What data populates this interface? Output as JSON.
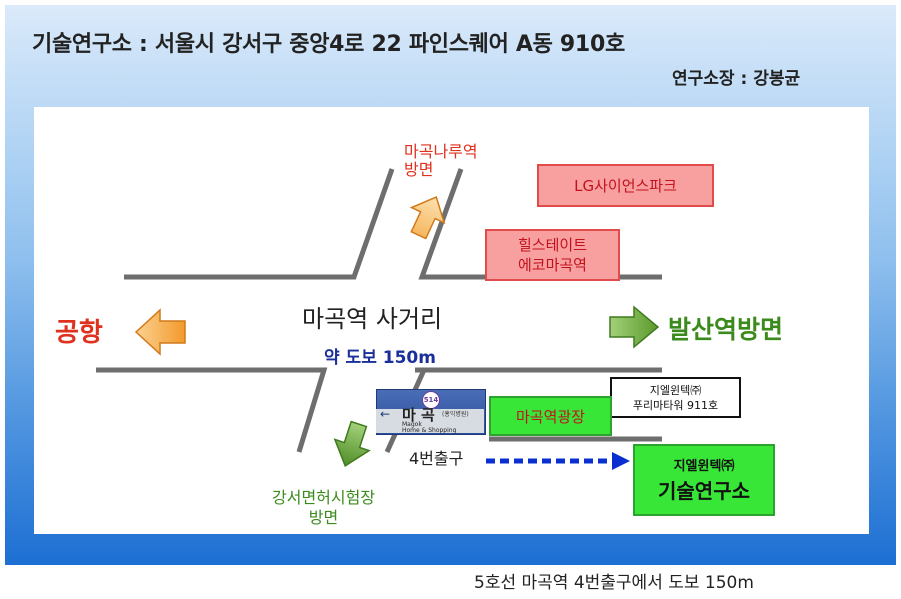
{
  "header": {
    "title": "기술연구소 : 서울시 강서구 중앙4로 22 파인스퀘어 A동 910호",
    "director": "연구소장 : 강봉균"
  },
  "map": {
    "top_direction": {
      "line1": "마곡나루역",
      "line2": "방면"
    },
    "lg_science_park": "LG사이언스파크",
    "hillstate": {
      "line1": "힐스테이트",
      "line2": "에코마곡역"
    },
    "airport": "공항",
    "intersection": "마곡역 사거리",
    "walk_distance": "약 도보 150m",
    "balsan": "발산역방면",
    "company_tower": {
      "line1": "지엘윈텍㈜",
      "line2": "푸리마타워 911호"
    },
    "station_sign": {
      "line_no": "514",
      "name": "마 곡",
      "sub": "(홍익병원)",
      "roman": "Magok",
      "roman_sub": "Home & Shopping"
    },
    "plaza": "마곡역광장",
    "exit4": "4번출구",
    "company_lab": {
      "line1": "지엘윈텍㈜",
      "line2": "기술연구소"
    },
    "gangseo": {
      "line1": "강서면허시험장",
      "line2": "방면"
    }
  },
  "footer": "5호선 마곡역 4번출구에서 도보 150m",
  "colors": {
    "red_text": "#e0301e",
    "green_text": "#3b8a1c",
    "blue_text": "#1a2f9a",
    "arrow_orange": "#f5a33a",
    "arrow_green": "#6da53c",
    "dot_arrow": "#0a2fd0"
  }
}
